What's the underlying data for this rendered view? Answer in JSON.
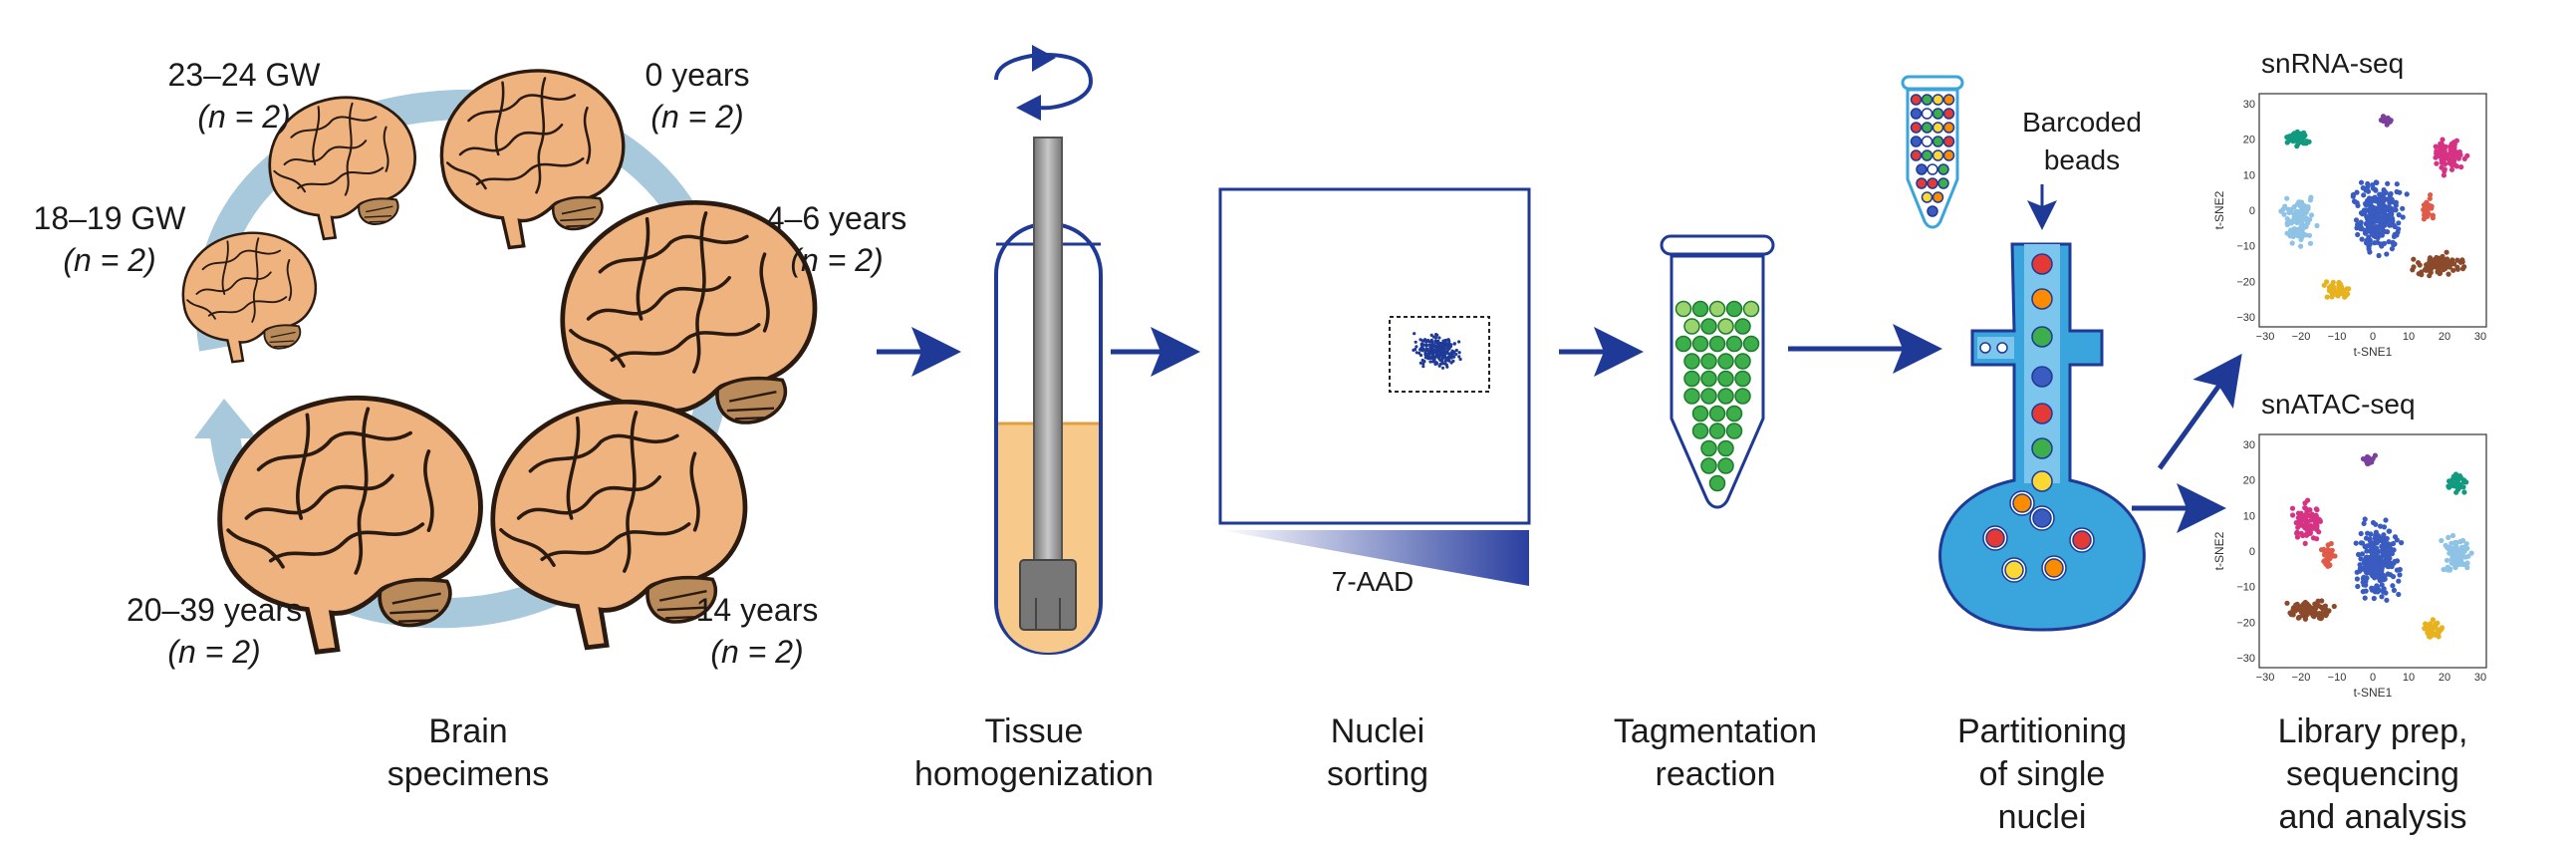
{
  "colors": {
    "arrow": "#1f3a96",
    "ring": "#a8c8dc",
    "brain": "#efb37f",
    "brain_outline": "#2a1a10",
    "tube_fluid": "#f7c98a",
    "bead_green": "#3cae4a",
    "channel": "#3aa4dc"
  },
  "specimens": {
    "ages": [
      {
        "label": "23–24 GW",
        "n": "(n = 2)"
      },
      {
        "label": "0 years",
        "n": "(n = 2)"
      },
      {
        "label": "18–19 GW",
        "n": "(n = 2)"
      },
      {
        "label": "4–6 years",
        "n": "(n = 2)"
      },
      {
        "label": "20–39 years",
        "n": "(n = 2)"
      },
      {
        "label": "14 years",
        "n": "(n = 2)"
      }
    ]
  },
  "sorting": {
    "axis_label": "7-AAD"
  },
  "partitioning": {
    "beads_label_1": "Barcoded",
    "beads_label_2": "beads"
  },
  "plots": {
    "rna_title": "snRNA-seq",
    "atac_title": "snATAC-seq",
    "xlabel": "t-SNE1",
    "ylabel": "t-SNE2",
    "xticks": [
      "−30",
      "−20",
      "−10",
      "0",
      "10",
      "20",
      "30"
    ],
    "yticks": [
      "30",
      "20",
      "10",
      "0",
      "−10",
      "−20",
      "−30"
    ]
  },
  "steps": [
    {
      "line1": "Brain",
      "line2": "specimens",
      "line3": ""
    },
    {
      "line1": "Tissue",
      "line2": "homogenization",
      "line3": ""
    },
    {
      "line1": "Nuclei",
      "line2": "sorting",
      "line3": ""
    },
    {
      "line1": "Tagmentation",
      "line2": "reaction",
      "line3": ""
    },
    {
      "line1": "Partitioning",
      "line2": "of single",
      "line3": "nuclei"
    },
    {
      "line1": "Library prep,",
      "line2": "sequencing",
      "line3": "and analysis"
    }
  ]
}
